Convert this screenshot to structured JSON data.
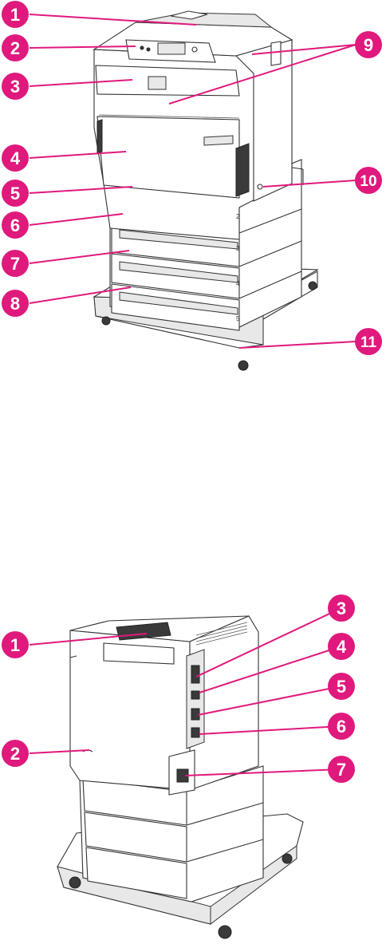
{
  "colors": {
    "callout": "#e0197d",
    "callout_text": "#ffffff",
    "outline": "#333333"
  },
  "front_view": {
    "callouts": [
      {
        "label": "1"
      },
      {
        "label": "2"
      },
      {
        "label": "3"
      },
      {
        "label": "4"
      },
      {
        "label": "5"
      },
      {
        "label": "6"
      },
      {
        "label": "7"
      },
      {
        "label": "8"
      },
      {
        "label": "9"
      },
      {
        "label": "10"
      },
      {
        "label": "11"
      }
    ],
    "tray_numbers": [
      "2",
      "3",
      "4",
      "5"
    ]
  },
  "rear_view": {
    "callouts": [
      {
        "label": "1"
      },
      {
        "label": "2"
      },
      {
        "label": "3"
      },
      {
        "label": "4"
      },
      {
        "label": "5"
      },
      {
        "label": "6"
      },
      {
        "label": "7"
      }
    ]
  }
}
